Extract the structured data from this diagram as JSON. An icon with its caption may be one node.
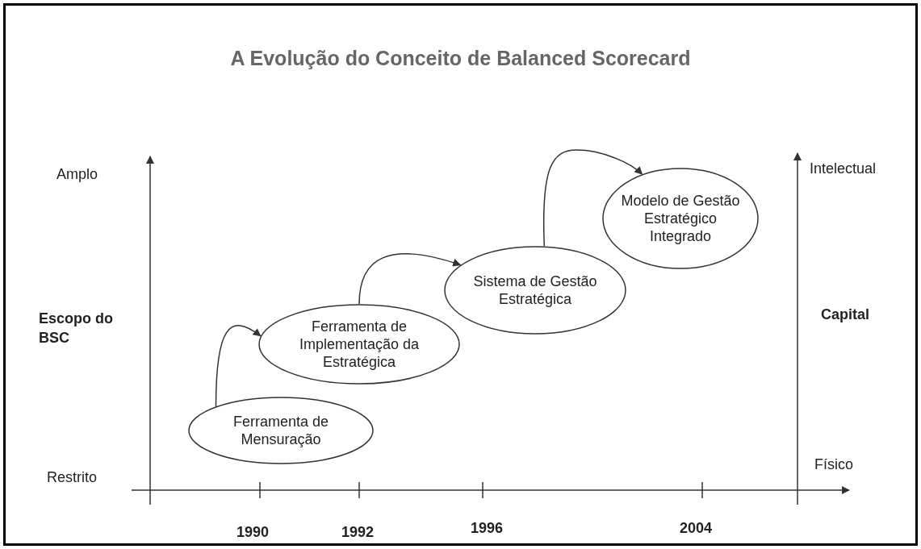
{
  "diagram": {
    "title": "A Evolução do Conceito de Balanced Scorecard",
    "nodes": [
      {
        "text": [
          "Ferramenta de Mensuração"
        ]
      },
      {
        "text": [
          "Ferramenta de Implementação da Estratégica"
        ]
      },
      {
        "text": [
          "Sistema de Gestão Estratégica"
        ]
      },
      {
        "text": [
          "Modelo de Gestão Estratégico Integrado"
        ]
      }
    ],
    "edges": [
      {
        "from": 0,
        "to": 1,
        "arrow": "to"
      },
      {
        "from": 1,
        "to": 2,
        "arrow": "to"
      },
      {
        "from": 2,
        "to": 3,
        "arrow": "to"
      }
    ],
    "labels": [
      "Amplo",
      "Intelectual",
      "Escopo do BSC",
      "Capital",
      "Restrito",
      "Físico",
      "1990",
      "1992",
      "1996",
      "2004"
    ]
  }
}
